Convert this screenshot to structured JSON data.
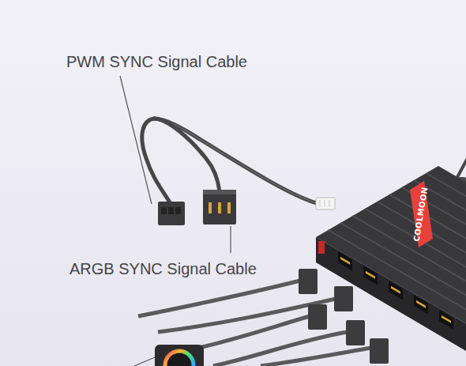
{
  "diagram": {
    "labels": [
      "PWM SYNC Signal Cable",
      "COOLMOON",
      "ARGB SYNC Signal Cable"
    ]
  }
}
